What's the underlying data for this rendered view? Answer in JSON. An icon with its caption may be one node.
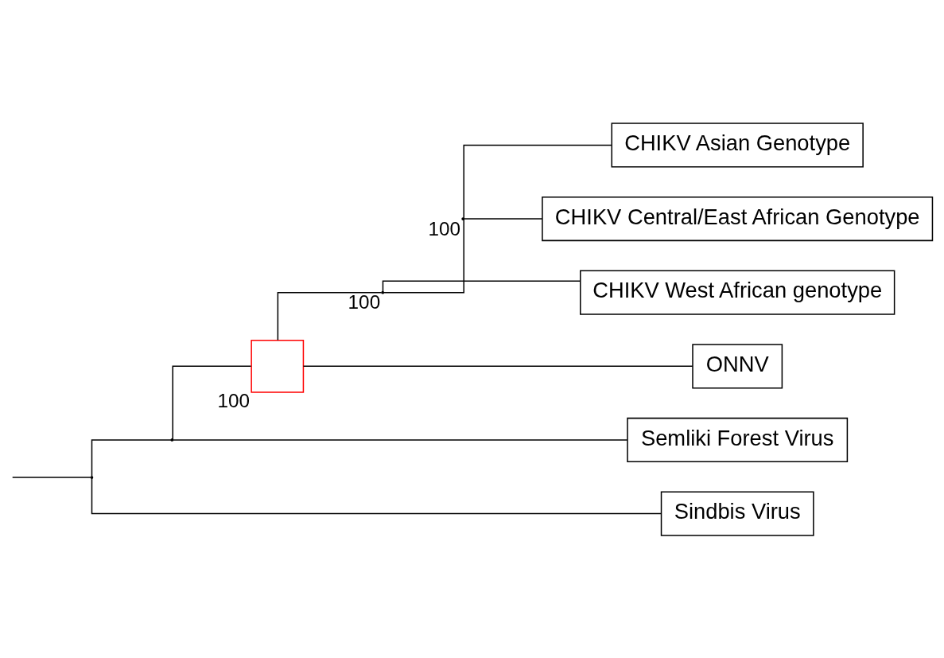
{
  "diagram": {
    "nodes": [
      {
        "text": [
          "CHIKV Asian Genotype"
        ]
      },
      {
        "text": [
          "CHIKV Central/East African Genotype"
        ]
      },
      {
        "text": [
          "CHIKV West African genotype"
        ]
      },
      {
        "text": [
          "ONNV"
        ]
      },
      {
        "text": [
          "Semliki Forest Virus"
        ]
      },
      {
        "text": [
          "Sindbis Virus"
        ]
      },
      {
        "text": [],
        "shape": "point",
        "beside": [
          "100"
        ]
      },
      {
        "text": [],
        "shape": "point",
        "beside": [
          "100"
        ]
      },
      {
        "text": [],
        "shape": "point",
        "beside": [
          "100"
        ]
      },
      {
        "text": [],
        "shape": "point"
      },
      {
        "text": [],
        "shape": "point"
      }
    ],
    "edges": [
      {
        "from": null,
        "to": 10,
        "arrow": "none"
      },
      {
        "from": 10,
        "to": 9,
        "arrow": "none"
      },
      {
        "from": 10,
        "to": 5,
        "arrow": "none"
      },
      {
        "from": 9,
        "to": 8,
        "arrow": "none"
      },
      {
        "from": 9,
        "to": 4,
        "arrow": "none"
      },
      {
        "from": 8,
        "to": 7,
        "arrow": "none"
      },
      {
        "from": 8,
        "to": 3,
        "arrow": "none"
      },
      {
        "from": 7,
        "to": 6,
        "arrow": "none"
      },
      {
        "from": 7,
        "to": 2,
        "arrow": "none"
      },
      {
        "from": 6,
        "to": 0,
        "arrow": "none"
      },
      {
        "from": 6,
        "to": 1,
        "arrow": "none"
      }
    ]
  }
}
